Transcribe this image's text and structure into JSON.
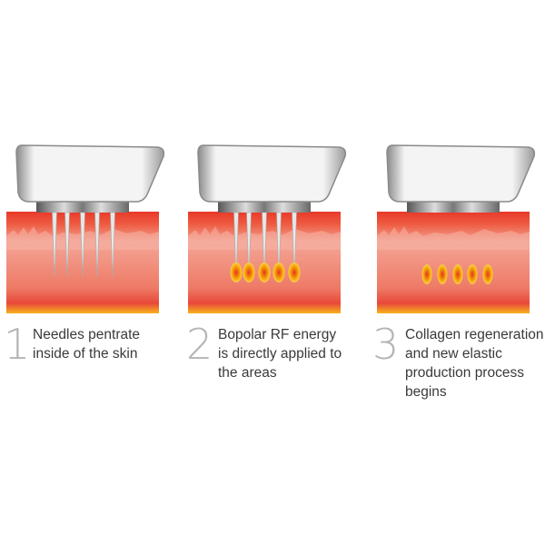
{
  "steps": [
    {
      "number": "1",
      "lines": [
        "Needles pentrate",
        "inside of the skin"
      ],
      "stage": "needles"
    },
    {
      "number": "2",
      "lines": [
        "Bopolar RF energy",
        "is directly applied to",
        "the areas"
      ],
      "stage": "rf"
    },
    {
      "number": "3",
      "lines": [
        "Collagen regeneration",
        "and new elastic",
        "production process",
        "begins"
      ],
      "stage": "collagen"
    }
  ],
  "colors": {
    "skin_top": "#e8392a",
    "skin_mid": "#f4a596",
    "skin_bottom": "#f7b21c",
    "heat": "#f5a000",
    "number": "#b4b4b4"
  }
}
